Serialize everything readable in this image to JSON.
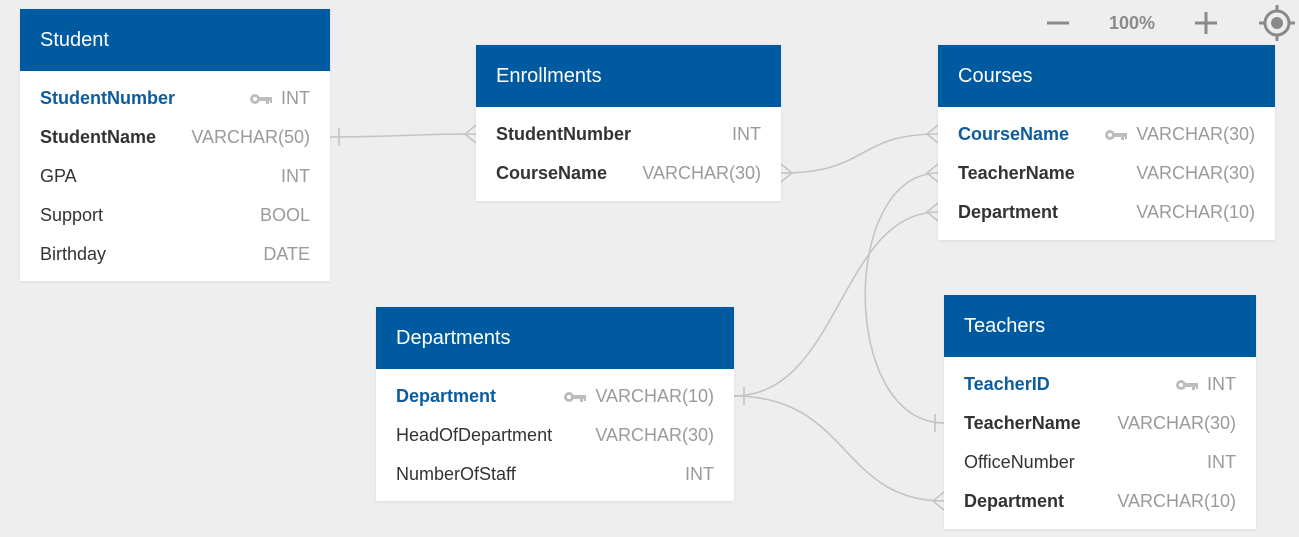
{
  "toolbar": {
    "zoom": "100%",
    "zoom_out_icon": "minus-icon",
    "zoom_in_icon": "plus-icon",
    "recenter_icon": "target-icon"
  },
  "colors": {
    "header": "#005a9f",
    "primary_key_text": "#0d5c9e",
    "type_text": "#9a9a9a",
    "link_line": "#c4c4c4",
    "canvas": "#eeeeee"
  },
  "tables": {
    "student": {
      "title": "Student",
      "fields": [
        {
          "name": "StudentNumber",
          "type": "INT",
          "pk": true
        },
        {
          "name": "StudentName",
          "type": "VARCHAR(50)"
        },
        {
          "name": "GPA",
          "type": "INT"
        },
        {
          "name": "Support",
          "type": "BOOL"
        },
        {
          "name": "Birthday",
          "type": "DATE"
        }
      ]
    },
    "enrollments": {
      "title": "Enrollments",
      "fields": [
        {
          "name": "StudentNumber",
          "type": "INT"
        },
        {
          "name": "CourseName",
          "type": "VARCHAR(30)"
        }
      ]
    },
    "courses": {
      "title": "Courses",
      "fields": [
        {
          "name": "CourseName",
          "type": "VARCHAR(30)",
          "pk": true
        },
        {
          "name": "TeacherName",
          "type": "VARCHAR(30)"
        },
        {
          "name": "Department",
          "type": "VARCHAR(10)"
        }
      ]
    },
    "departments": {
      "title": "Departments",
      "fields": [
        {
          "name": "Department",
          "type": "VARCHAR(10)",
          "pk": true
        },
        {
          "name": "HeadOfDepartment",
          "type": "VARCHAR(30)"
        },
        {
          "name": "NumberOfStaff",
          "type": "INT"
        }
      ]
    },
    "teachers": {
      "title": "Teachers",
      "fields": [
        {
          "name": "TeacherID",
          "type": "INT",
          "pk": true
        },
        {
          "name": "TeacherName",
          "type": "VARCHAR(30)"
        },
        {
          "name": "OfficeNumber",
          "type": "INT"
        },
        {
          "name": "Department",
          "type": "VARCHAR(10)"
        }
      ]
    }
  }
}
